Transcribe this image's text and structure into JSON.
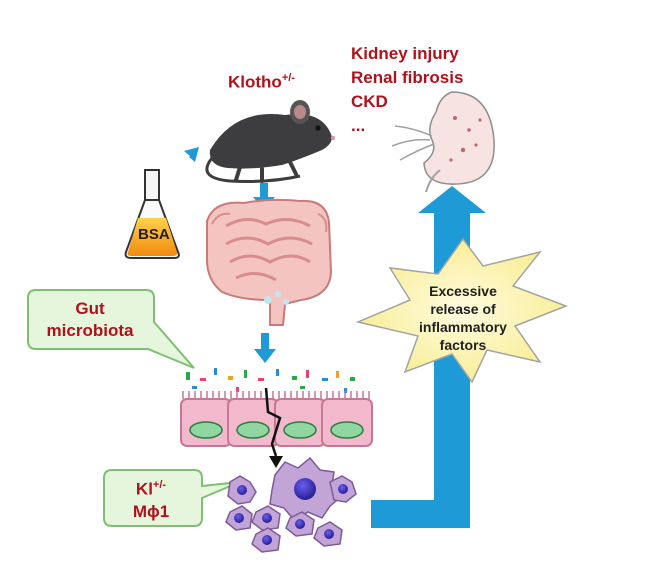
{
  "mouse_label": {
    "base": "Klotho",
    "superscript": "+/-"
  },
  "flask_label": "BSA",
  "kidney_outcomes": [
    "Kidney injury",
    "Renal fibrosis",
    "CKD",
    "..."
  ],
  "gut_bubble": {
    "line1": "Gut",
    "line2": "microbiota"
  },
  "burst_text": [
    "Excessive",
    "release of",
    "inflammatory",
    "factors"
  ],
  "macrophage_label": {
    "line1_base": "Kl",
    "line1_sup": "+/-",
    "line2": "Mϕ1"
  },
  "colors": {
    "arrow_blue": "#1e9ad6",
    "label_red": "#b0121b",
    "bubble_fill": "#e6f6dc",
    "bubble_stroke": "#7fbf72",
    "burst_fill": "#fbf3a2",
    "burst_stroke": "#a3a3a3",
    "epithelium": "#f2b8cc",
    "nucleus": "#8fd6a0",
    "macrophage": "#c3a4d6",
    "macrophage_nucleus": "#3b2aa8",
    "kidney": "#f7e3e1",
    "bsa_liquid": "#f0b326"
  }
}
